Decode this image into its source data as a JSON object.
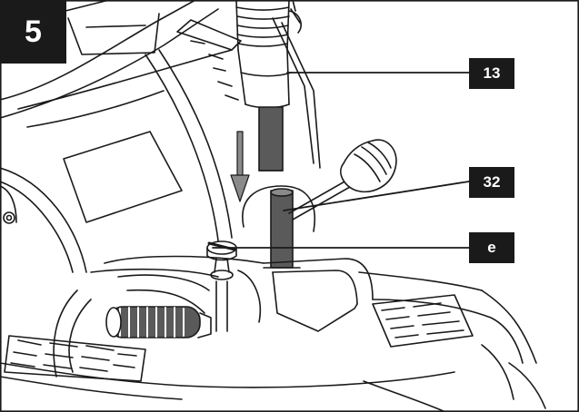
{
  "step": {
    "number": "5"
  },
  "callouts": [
    {
      "label": "13"
    },
    {
      "label": "32"
    },
    {
      "label": "e"
    }
  ],
  "colors": {
    "line": "#1a1a1a",
    "badge": "#1a1a1a",
    "shading": "#5a5a5a",
    "background": "#ffffff"
  }
}
